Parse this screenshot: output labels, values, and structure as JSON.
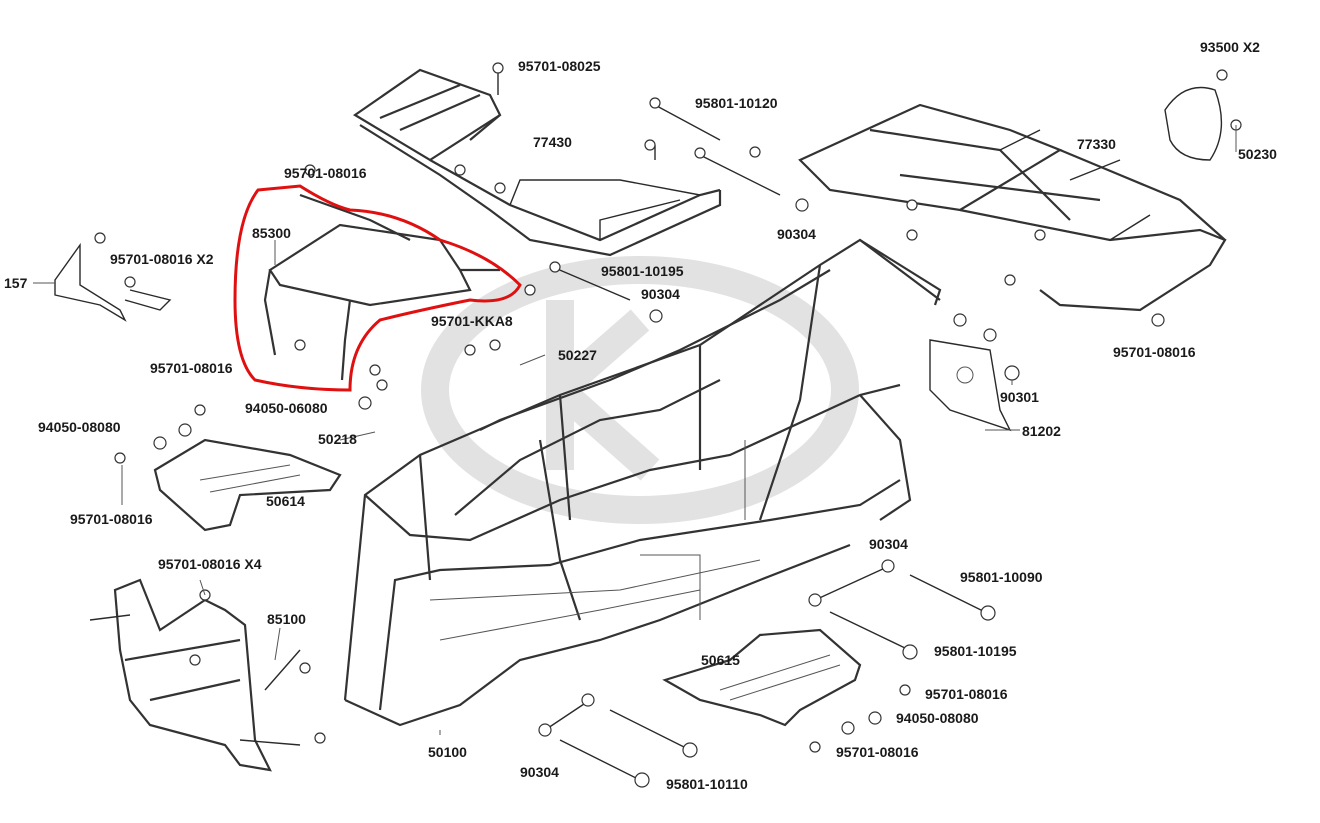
{
  "diagram": {
    "labels": {
      "p95701_08025": "95701-08025",
      "p95801_10120": "95801-10120",
      "p93500x2": "93500 X2",
      "p77430": "77430",
      "p77330": "77330",
      "p50230": "50230",
      "p95701_08016_a": "95701-08016",
      "p85300": "85300",
      "p90304_a": "90304",
      "p95701_08016x2": "95701-08016 X2",
      "p157": "157",
      "p95801_10195_a": "95801-10195",
      "p90304_b": "90304",
      "p95701_kka8": "95701-KKA8",
      "p50227": "50227",
      "p95701_08016_b": "95701-08016",
      "p94050_06080": "94050-06080",
      "p94050_08080_a": "94050-08080",
      "p50218": "50218",
      "p90301": "90301",
      "p81202": "81202",
      "p95701_08016_c": "95701-08016",
      "p50614": "50614",
      "p95701_08016_d": "95701-08016",
      "p95701_08016x4": "95701-08016 X4",
      "p90304_c": "90304",
      "p95801_10090": "95801-10090",
      "p85100": "85100",
      "p95801_10195_b": "95801-10195",
      "p50615": "50615",
      "p95701_08016_e": "95701-08016",
      "p94050_08080_b": "94050-08080",
      "p95701_08016_f": "95701-08016",
      "p50100": "50100",
      "p90304_d": "90304",
      "p95801_10110": "95801-10110"
    },
    "colors": {
      "highlight": "#e01010",
      "linework": "#2a2a2a",
      "watermark": "#cfcfcf"
    }
  }
}
